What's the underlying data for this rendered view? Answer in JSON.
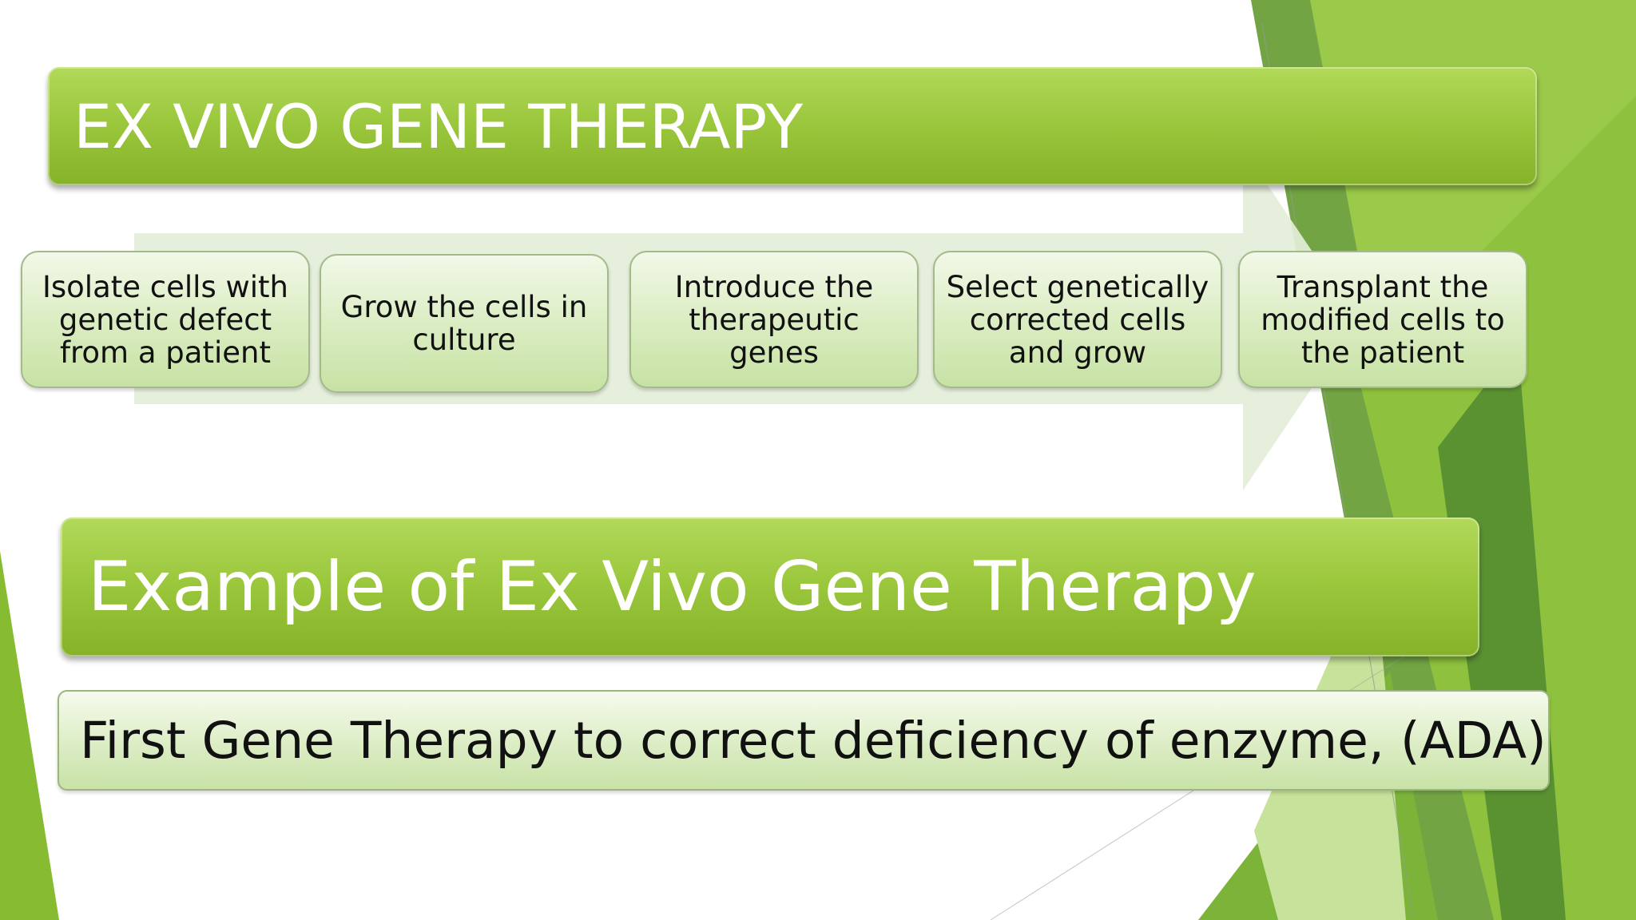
{
  "slide": {
    "title": "EX VIVO GENE THERAPY",
    "subtitle": "Example of Ex Vivo Gene Therapy",
    "info": "First Gene Therapy to correct deficiency of enzyme, (ADA)"
  },
  "process_steps": [
    {
      "label": "Isolate cells with\ngenetic defect\nfrom a patient"
    },
    {
      "label": "Grow the cells in\nculture"
    },
    {
      "label": "Introduce the\ntherapeutic genes"
    },
    {
      "label": "Select genetically\ncorrected cells\nand grow"
    },
    {
      "label": "Transplant the\nmodified cells to\nthe patient"
    }
  ],
  "colors": {
    "accent_green": "#8dbb2c",
    "dark_green": "#5e9630",
    "light_green": "#c6e39f",
    "arrow_fill": "#e3eed8"
  }
}
